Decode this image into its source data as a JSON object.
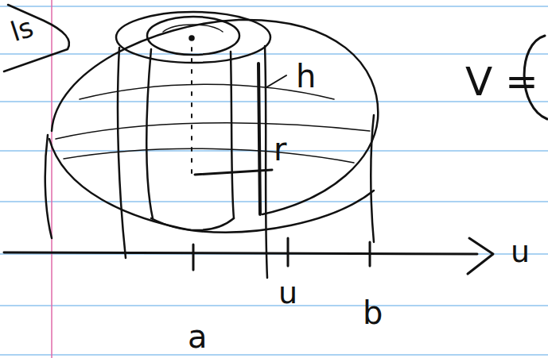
{
  "diagram": {
    "labels": [
      "ls",
      "V =",
      "h",
      "r",
      "u",
      "u",
      "b",
      "a"
    ]
  }
}
